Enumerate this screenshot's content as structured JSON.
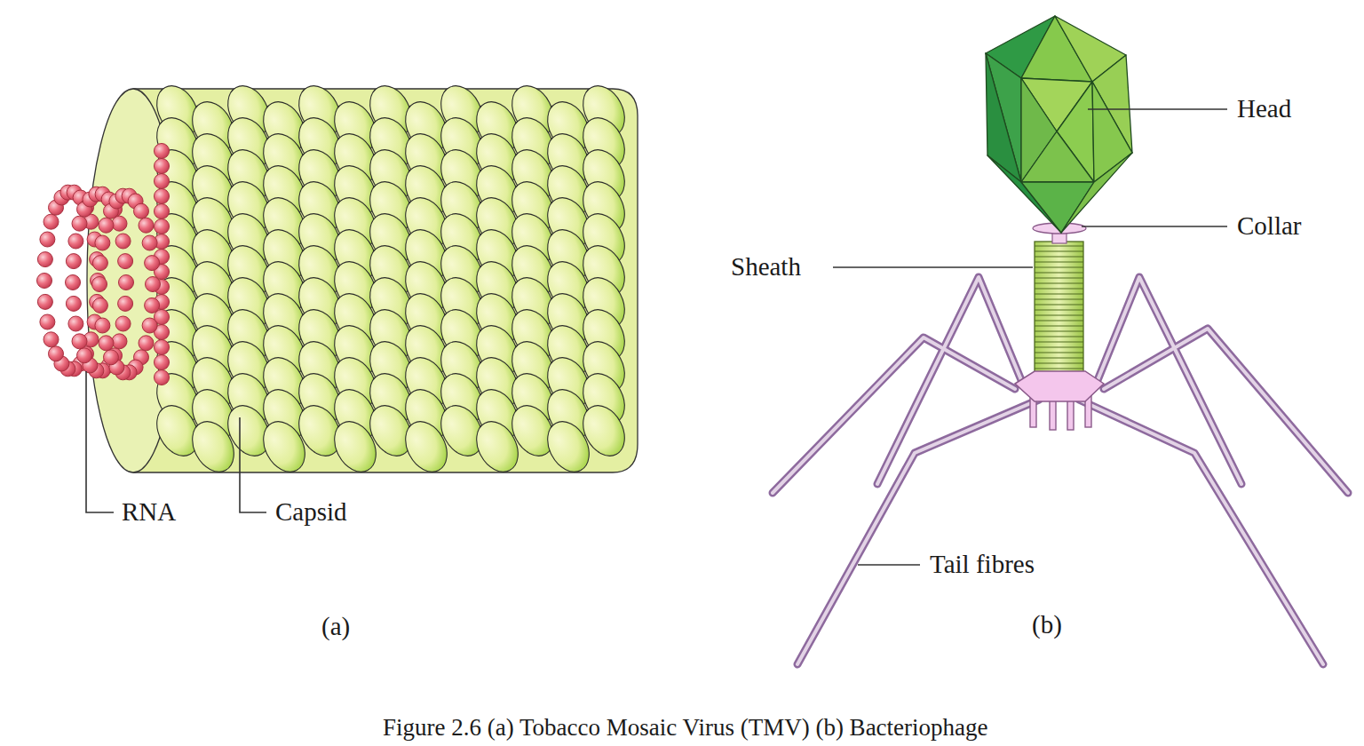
{
  "diagram": {
    "caption": "Figure 2.6 (a) Tobacco Mosaic Virus (TMV) (b) Bacteriophage",
    "labels": [
      "Head",
      "Collar",
      "Sheath",
      "RNA",
      "Capsid",
      "Tail fibres",
      "(a)",
      "(b)"
    ]
  }
}
